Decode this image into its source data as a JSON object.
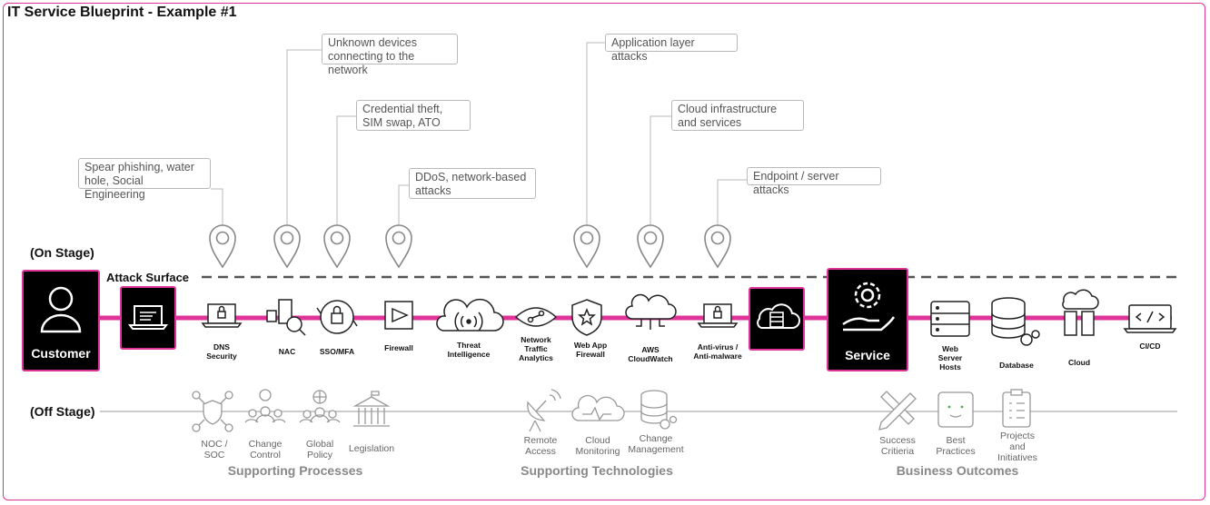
{
  "title": "IT Service Blueprint - Example #1",
  "stages": {
    "on": "(On Stage)",
    "off": "(Off Stage)",
    "attack_surface": "Attack Surface"
  },
  "callouts": [
    {
      "id": "phishing",
      "text": "Spear phishing, water hole, Social Engineering"
    },
    {
      "id": "unknown",
      "text": "Unknown devices connecting to the network"
    },
    {
      "id": "credential",
      "text": "Credential theft, SIM swap, ATO"
    },
    {
      "id": "ddos",
      "text": "DDoS, network-based attacks"
    },
    {
      "id": "app",
      "text": "Application layer attacks"
    },
    {
      "id": "cloudinfra",
      "text": "Cloud infrastructure and services"
    },
    {
      "id": "endpoint",
      "text": "Endpoint / server attacks"
    }
  ],
  "onstage": {
    "customer": "Customer",
    "service": "Service",
    "items": [
      {
        "id": "dns",
        "label": "DNS Security",
        "icon": "laptop-lock-icon"
      },
      {
        "id": "nac",
        "label": "NAC",
        "icon": "nac-search-icon"
      },
      {
        "id": "sso",
        "label": "SSO/MFA",
        "icon": "lock-refresh-icon"
      },
      {
        "id": "firewall",
        "label": "Firewall",
        "icon": "play-icon"
      },
      {
        "id": "threat",
        "label": "Threat Intelligence",
        "icon": "cloud-signal-icon"
      },
      {
        "id": "nta",
        "label": "Network Traffic Analytics",
        "icon": "eye-network-icon"
      },
      {
        "id": "waf",
        "label": "Web App Firewall",
        "icon": "shield-star-icon"
      },
      {
        "id": "aws",
        "label": "AWS CloudWatch",
        "icon": "cloud-network-icon"
      },
      {
        "id": "av",
        "label": "Anti-virus / Anti-malware",
        "icon": "laptop-lock-icon"
      },
      {
        "id": "web",
        "label": "Web Server Hosts",
        "icon": "server-icon"
      },
      {
        "id": "db",
        "label": "Database",
        "icon": "database-gear-icon"
      },
      {
        "id": "cloud",
        "label": "Cloud",
        "icon": "cloud-servers-icon"
      },
      {
        "id": "cicd",
        "label": "CI/CD",
        "icon": "code-laptop-icon"
      }
    ]
  },
  "offstage": {
    "processes": {
      "title": "Supporting Processes",
      "items": [
        "NOC / SOC",
        "Change Control",
        "Global Policy",
        "Legislation"
      ]
    },
    "technologies": {
      "title": "Supporting Technologies",
      "items": [
        "Remote Access",
        "Cloud Monitoring",
        "Change Management"
      ]
    },
    "outcomes": {
      "title": "Business Outcomes",
      "items": [
        "Success Critieria",
        "Best Practices",
        "Projects and Initiatives"
      ]
    }
  },
  "colors": {
    "accent": "#e0339a",
    "box": "#000000",
    "muted": "#888888",
    "line": "#b9b9b9"
  }
}
